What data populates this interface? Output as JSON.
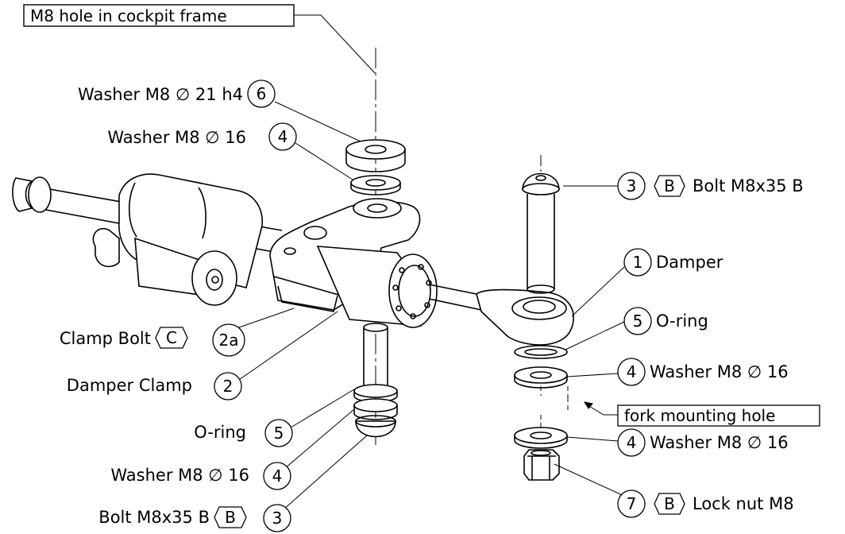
{
  "title_box": "M8 hole in cockpit frame",
  "fork_box": "fork mounting hole",
  "callouts": {
    "n6": "6",
    "n4a": "4",
    "n2a": "2a",
    "n2": "2",
    "n5a": "5",
    "n4b": "4",
    "n3a": "3",
    "n3b": "3",
    "n1": "1",
    "n5b": "5",
    "n4c": "4",
    "n4d": "4",
    "n7": "7"
  },
  "labels": {
    "washer_21": "Washer M8 ∅ 21 h4",
    "washer_16_top": "Washer M8 ∅ 16",
    "clamp_bolt": "Clamp Bolt",
    "damper_clamp": "Damper Clamp",
    "oring_left": "O-ring",
    "washer_16_left": "Washer M8 ∅ 16",
    "bolt_left": "Bolt M8x35 B",
    "bolt_right": "Bolt M8x35 B",
    "damper": "Damper",
    "oring_right": "O-ring",
    "washer_16_r1": "Washer M8 ∅ 16",
    "washer_16_r2": "Washer M8 ∅ 16",
    "lock_nut": "Lock nut M8"
  },
  "hex_tags": {
    "c": "C",
    "b_left": "B",
    "b_right_bolt": "B",
    "b_nut": "B"
  }
}
